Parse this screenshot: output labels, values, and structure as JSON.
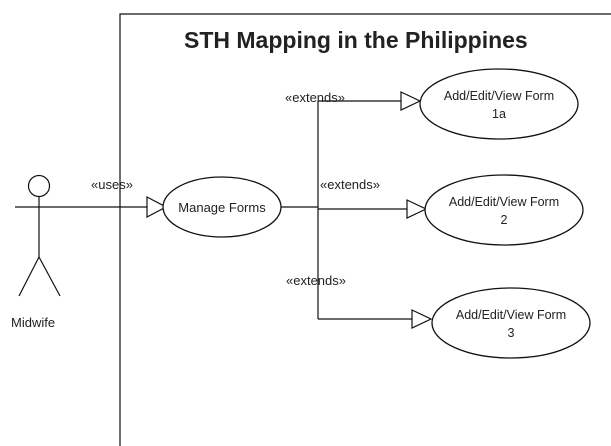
{
  "title": "STH Mapping in the Philippines",
  "actor": {
    "name": "Midwife"
  },
  "relations": {
    "uses": "«uses»",
    "extends_top": "«extends»",
    "extends_middle": "«extends»",
    "extends_bottom": "«extends»"
  },
  "use_cases": {
    "manage_forms": "Manage Forms",
    "form_1a": {
      "line1": "Add/Edit/View Form",
      "line2": "1a"
    },
    "form_2": {
      "line1": "Add/Edit/View Form",
      "line2": "2"
    },
    "form_3": {
      "line1": "Add/Edit/View Form",
      "line2": "3"
    }
  }
}
